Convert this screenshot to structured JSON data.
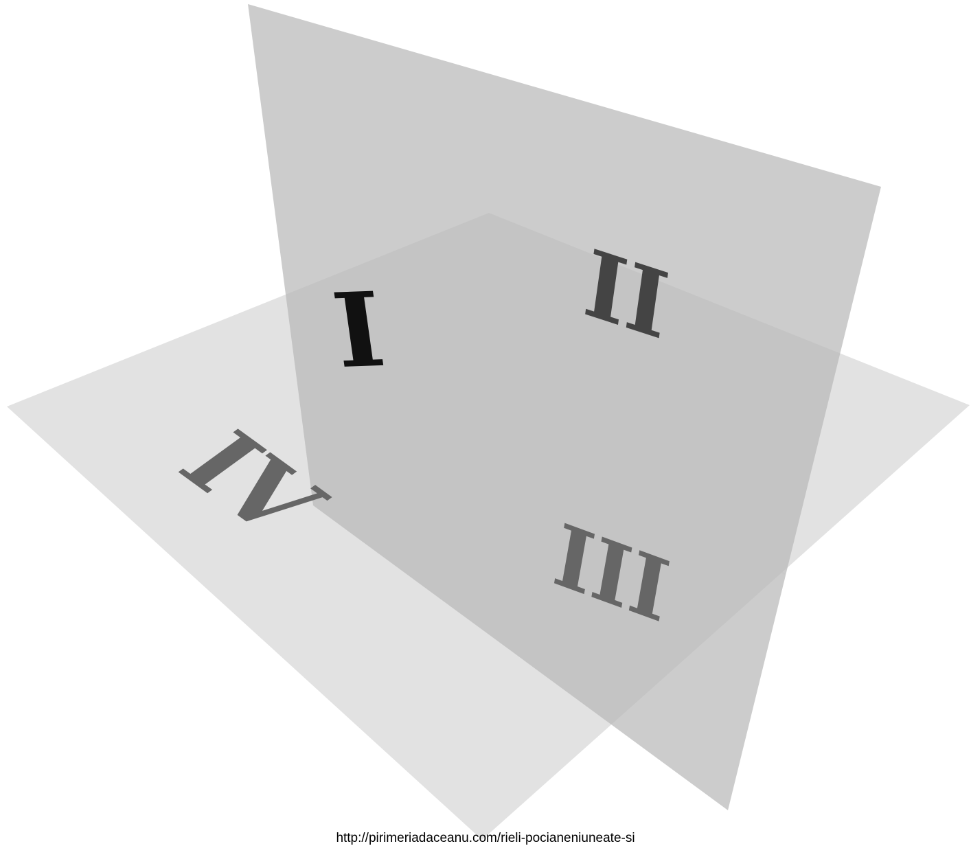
{
  "diagram": {
    "type": "3d-quadrants-intersecting-planes",
    "quadrants": [
      {
        "label": "I",
        "color": "#111111"
      },
      {
        "label": "II",
        "color": "#444444"
      },
      {
        "label": "III",
        "color": "#666666"
      },
      {
        "label": "IV",
        "color": "#666666"
      }
    ],
    "planes": {
      "horizontal_color": "#e2e2e2",
      "vertical_color": "#b9b9b9"
    }
  },
  "footer": {
    "url": "http://pirimeriadaceanu.com/rieli-pocianeniuneate-si"
  }
}
